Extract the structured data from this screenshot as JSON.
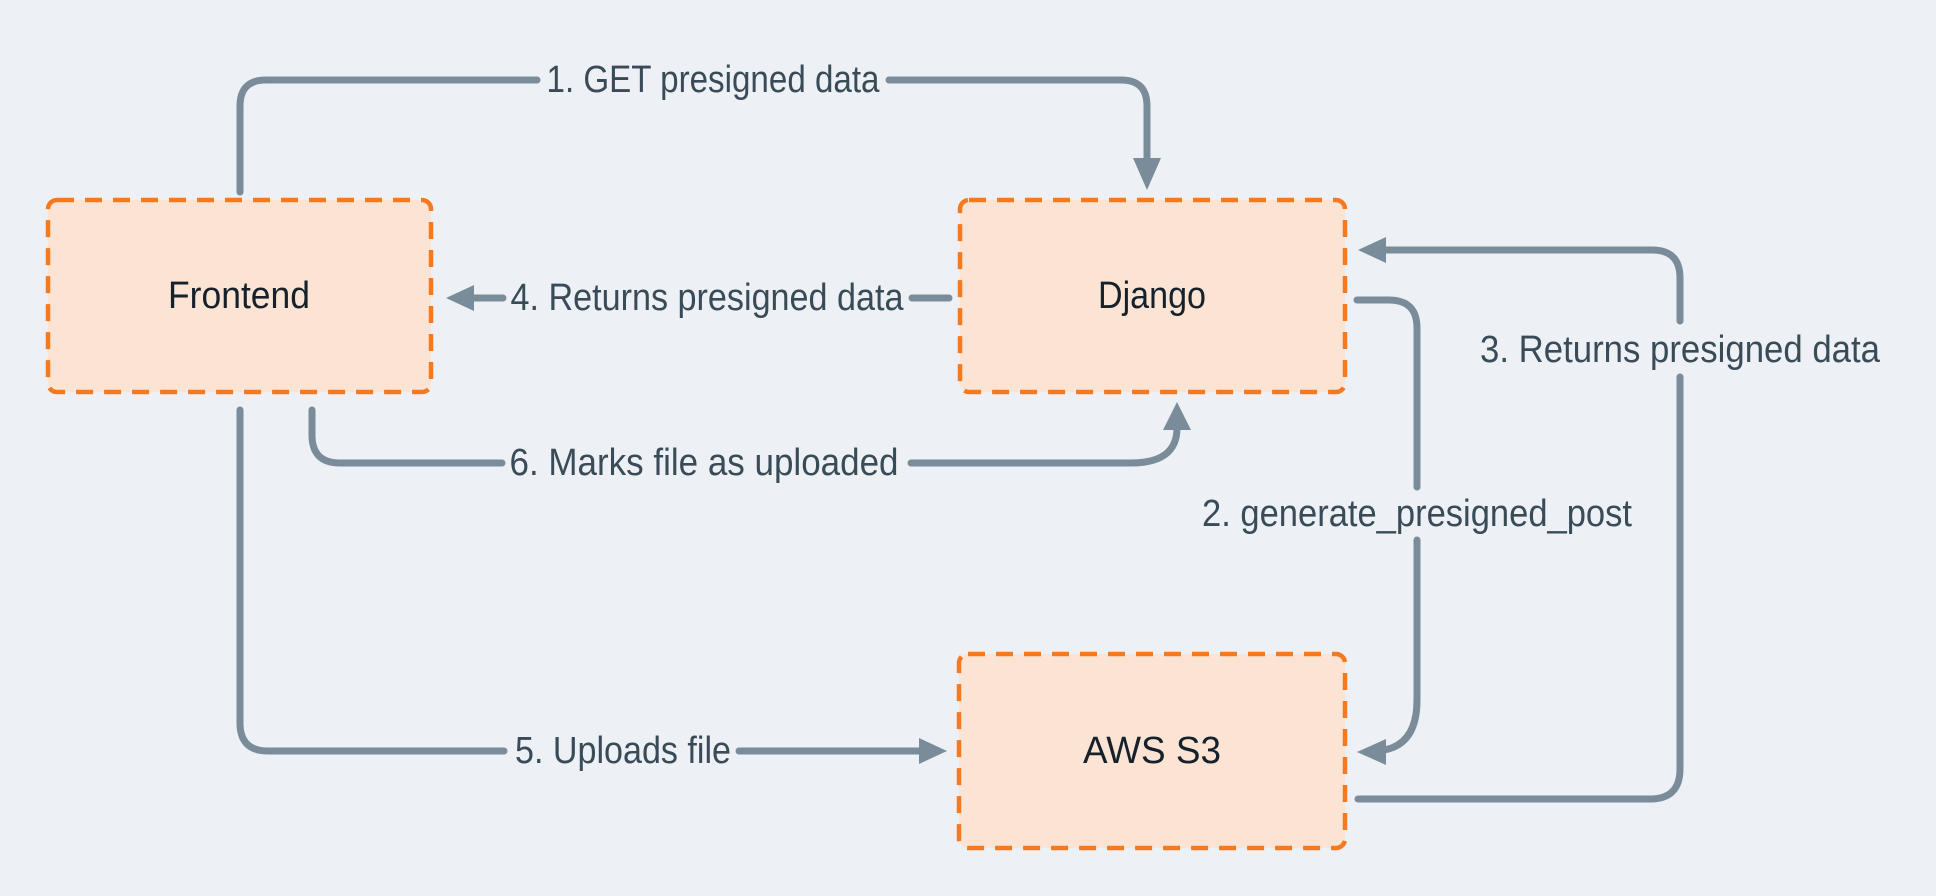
{
  "diagram": {
    "description_type": "flow-diagram",
    "nodes": {
      "frontend": {
        "label": "Frontend"
      },
      "django": {
        "label": "Django"
      },
      "aws_s3": {
        "label": "AWS S3"
      }
    },
    "steps": {
      "step1": {
        "label": "1. GET presigned data"
      },
      "step2": {
        "label": "2. generate_presigned_post"
      },
      "step3": {
        "label": "3. Returns presigned data"
      },
      "step4": {
        "label": "4. Returns presigned data"
      },
      "step5": {
        "label": "5. Uploads file"
      },
      "step6": {
        "label": "6. Marks file as  uploaded"
      }
    },
    "colors": {
      "background": "#edf1f5",
      "connector": "#7a8c9a",
      "node_fill": "#fbe4d3",
      "node_border": "#f5791f",
      "node_text": "#16212b",
      "label_text": "#3a4b58"
    }
  }
}
